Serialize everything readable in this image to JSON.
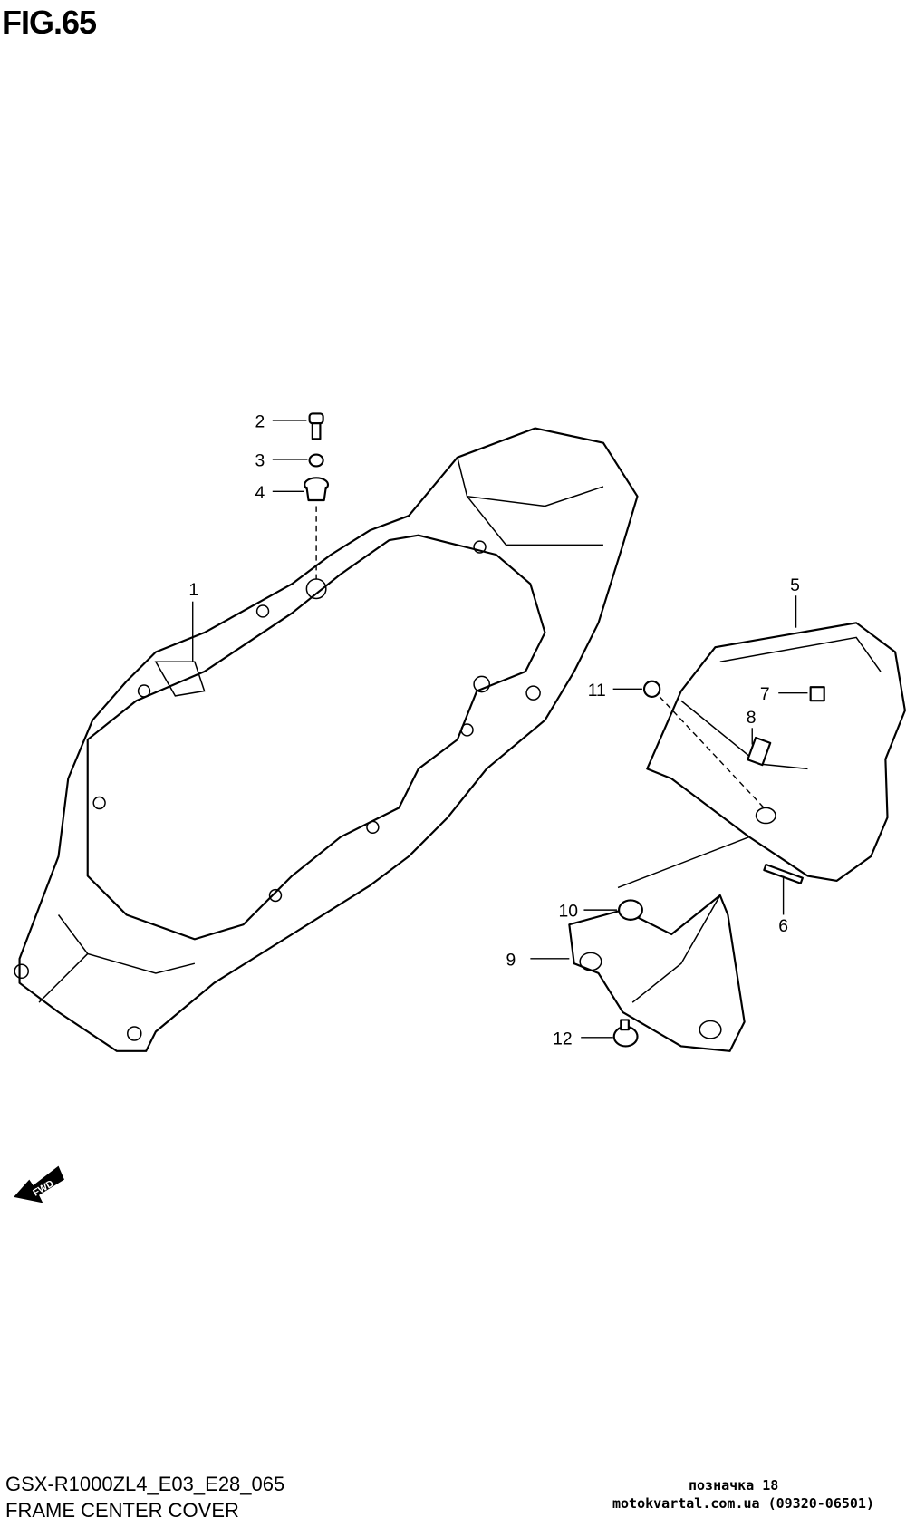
{
  "figure": {
    "title": "FIG.65"
  },
  "callouts": [
    "1",
    "2",
    "3",
    "4",
    "5",
    "6",
    "7",
    "8",
    "9",
    "10",
    "11",
    "12"
  ],
  "fwd_label": "FWD",
  "footer": {
    "code": "GSX-R1000ZL4_E03_E28_065",
    "section": "FRAME CENTER COVER"
  },
  "watermark": {
    "line1": "позначка 18",
    "line2": "motokvartal.com.ua (09320-06501)"
  }
}
